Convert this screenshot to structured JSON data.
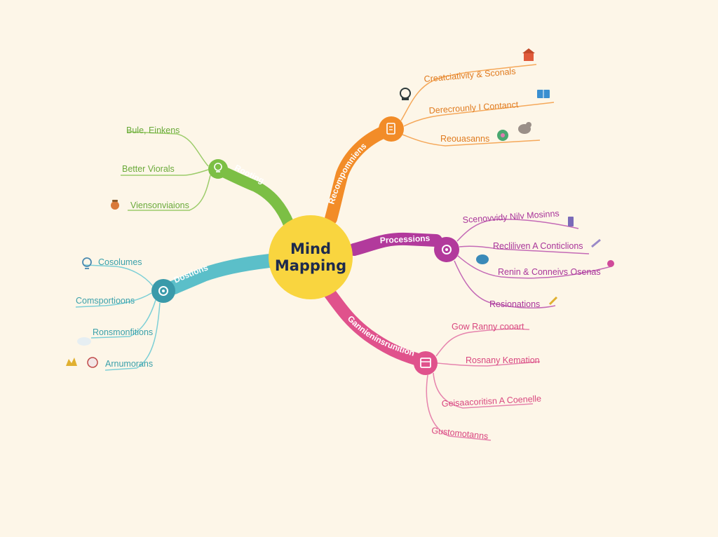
{
  "center": {
    "line1": "Mind",
    "line2": "Mapping",
    "color": "#f9d53f"
  },
  "colors": {
    "green": "#7cbf45",
    "orange": "#f28c28",
    "purple": "#b23a9c",
    "teal": "#5bbfc9",
    "pink": "#e0528c"
  },
  "branches": {
    "green": {
      "label": "Rooting",
      "icon": "lightbulb-icon",
      "items": [
        "Bule, Einkens",
        "Better Viorals",
        "Viensonviaions"
      ]
    },
    "orange": {
      "label": "Recompomniens",
      "icon": "document-icon",
      "items": [
        "Creatciativity & Sconals",
        "Derecrounly I Contanct",
        "Reouasanns"
      ]
    },
    "purple": {
      "label": "Processions",
      "icon": "gear-icon",
      "items": [
        "Scenovvidy Nilv Mosinns",
        "Recliliven A Conticlions",
        "Renin & Conneivs Osenas",
        "Resionations"
      ]
    },
    "teal": {
      "label": "Dostions",
      "icon": "graph-icon",
      "items": [
        "Cosolumes",
        "Comsportioons",
        "Ronsmonfitions",
        "Arnumorans"
      ]
    },
    "pink": {
      "label": "Gannieninsrunition",
      "icon": "calendar-icon",
      "items": [
        "Gow Ranny cooart",
        "Rosnany Kemation",
        "Geisaacoritisn A Coenelle",
        "Gustomotanns"
      ]
    }
  }
}
